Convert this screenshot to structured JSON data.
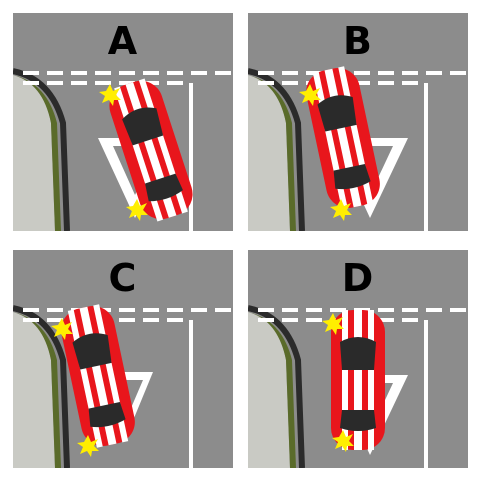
{
  "panels": [
    {
      "id": "A",
      "label": "A"
    },
    {
      "id": "B",
      "label": "B"
    },
    {
      "id": "C",
      "label": "C"
    },
    {
      "id": "D",
      "label": "D"
    }
  ],
  "colors": {
    "road": "#8c8c8c",
    "marking": "#ffffff",
    "curb": "#2b2b2b",
    "verge": "#5a6b2a",
    "sidewalk": "#c9cac4",
    "car_body": "#e8161c",
    "car_stripe": "#ffffff",
    "car_glass": "#2a2a2a",
    "indicator": "#ffee00"
  },
  "icons": [
    "red-car-icon",
    "indicator-flash-icon",
    "give-way-triangle-icon",
    "curb-icon"
  ]
}
